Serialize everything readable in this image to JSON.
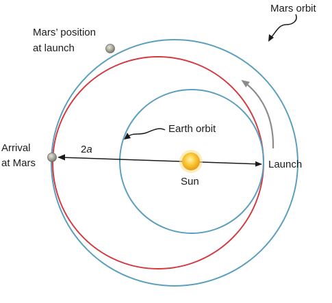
{
  "colors": {
    "orbit_blue": "#5a9fbd",
    "transfer_red": "#d3393f",
    "arrow_gray": "#8c8c8c",
    "sun_fill": "#f6b92a",
    "sun_glow": "#fde08a",
    "planet_fill": "#a3a397",
    "text": "#1a1a1a"
  },
  "labels": {
    "mars_orbit": "Mars orbit",
    "mars_position_line1": "Mars’ position",
    "mars_position_line2": "at launch",
    "earth_orbit": "Earth orbit",
    "arrival_line1": "Arrival",
    "arrival_line2": "at Mars",
    "launch": "Launch",
    "sun": "Sun",
    "semi_major_prefix": "2",
    "semi_major_var": "a"
  },
  "icons": {
    "sun": "sun-icon",
    "planet": "planet-icon",
    "direction_arrow": "curved-arrow-icon",
    "leader": "squiggle-leader-icon"
  }
}
